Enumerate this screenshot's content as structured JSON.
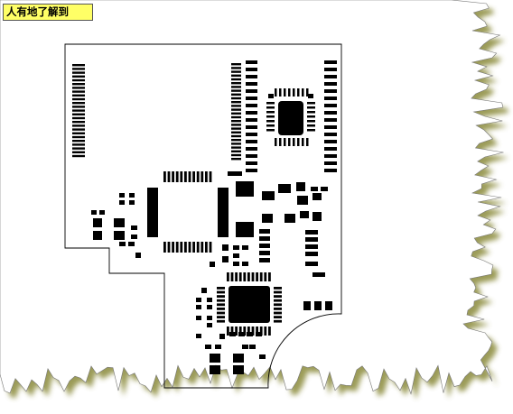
{
  "title_label": "人有地了解到",
  "colors": {
    "title_bg": "#ffff66",
    "page_bg": "#ffffff",
    "pad": "#000000",
    "outline": "#000000",
    "torn_shadow": "#8a8a3a"
  },
  "icons": [
    "board-outline",
    "chip-qfn-top",
    "chip-qfp-bottom",
    "pin-header"
  ]
}
